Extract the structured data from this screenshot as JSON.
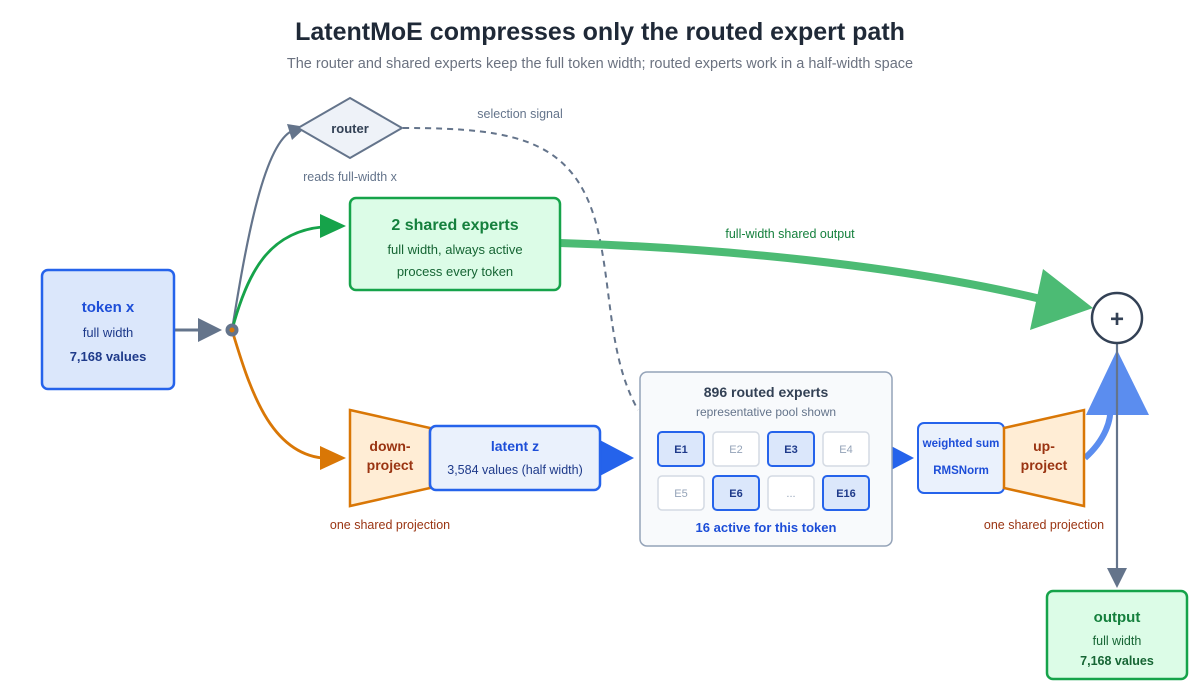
{
  "header": {
    "title": "LatentMoE compresses only the routed expert path",
    "subtitle": "The router and shared experts keep the full token width; routed experts work in a half-width space"
  },
  "token": {
    "title": "token x",
    "line1": "full width",
    "line2": "7,168 values"
  },
  "router": {
    "label": "router",
    "note": "reads full-width x",
    "signal_label": "selection signal"
  },
  "shared": {
    "title": "2 shared experts",
    "line1": "full width, always active",
    "line2": "process every token",
    "output_label": "full-width shared output"
  },
  "down": {
    "line1": "down-",
    "line2": "project",
    "note": "one shared projection"
  },
  "latent": {
    "title": "latent z",
    "line1": "3,584 values (half width)"
  },
  "experts": {
    "title": "896 routed experts",
    "subtitle": "representative pool shown",
    "footer": "16 active for this token",
    "cells": [
      {
        "label": "E1",
        "active": true
      },
      {
        "label": "E2",
        "active": false
      },
      {
        "label": "E3",
        "active": true
      },
      {
        "label": "E4",
        "active": false
      },
      {
        "label": "E5",
        "active": false
      },
      {
        "label": "E6",
        "active": true
      },
      {
        "label": "...",
        "active": false
      },
      {
        "label": "E16",
        "active": true
      }
    ]
  },
  "combine": {
    "line1": "weighted sum",
    "line2": "RMSNorm"
  },
  "up": {
    "line1": "up-",
    "line2": "project",
    "note": "one shared projection"
  },
  "plus": {
    "symbol": "+"
  },
  "output": {
    "title": "output",
    "line1": "full width",
    "line2": "7,168 values"
  },
  "colors": {
    "blue": "#2563eb",
    "green": "#16a34a",
    "orange": "#d97706",
    "slate": "#64748b"
  }
}
